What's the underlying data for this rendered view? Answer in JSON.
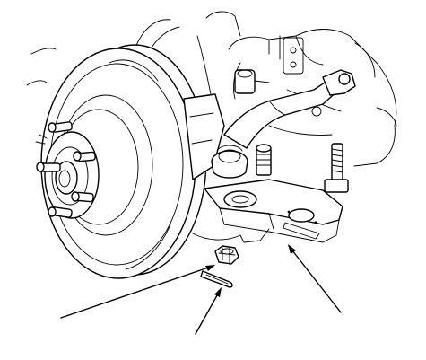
{
  "figure": {
    "colors": {
      "line": "#000000",
      "background": "#ffffff"
    },
    "callouts": [
      {
        "target": "castle-nut"
      },
      {
        "target": "cotter-pin"
      },
      {
        "target": "lower-control-arm"
      }
    ]
  }
}
